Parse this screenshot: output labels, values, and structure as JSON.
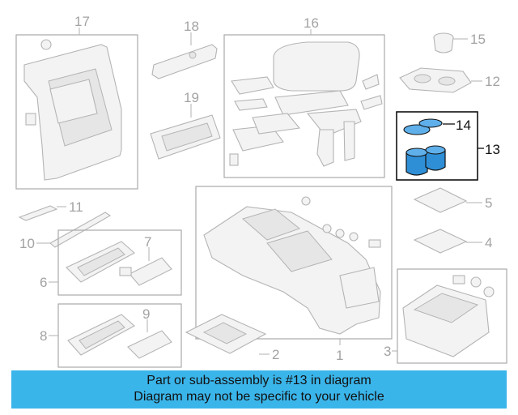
{
  "callouts": {
    "c1": "1",
    "c2": "2",
    "c3": "3",
    "c4": "4",
    "c5": "5",
    "c6": "6",
    "c7": "7",
    "c8": "8",
    "c9": "9",
    "c10": "10",
    "c11": "11",
    "c12": "12",
    "c13": "13",
    "c14": "14",
    "c15": "15",
    "c16": "16",
    "c17": "17",
    "c18": "18",
    "c19": "19"
  },
  "highlight": {
    "part": "13",
    "color": "#2f8fd6"
  },
  "banner": {
    "line1": "Part or sub-assembly is #13 in diagram",
    "line2": "Diagram may not be specific to your vehicle",
    "background": "#3ab5ea"
  }
}
